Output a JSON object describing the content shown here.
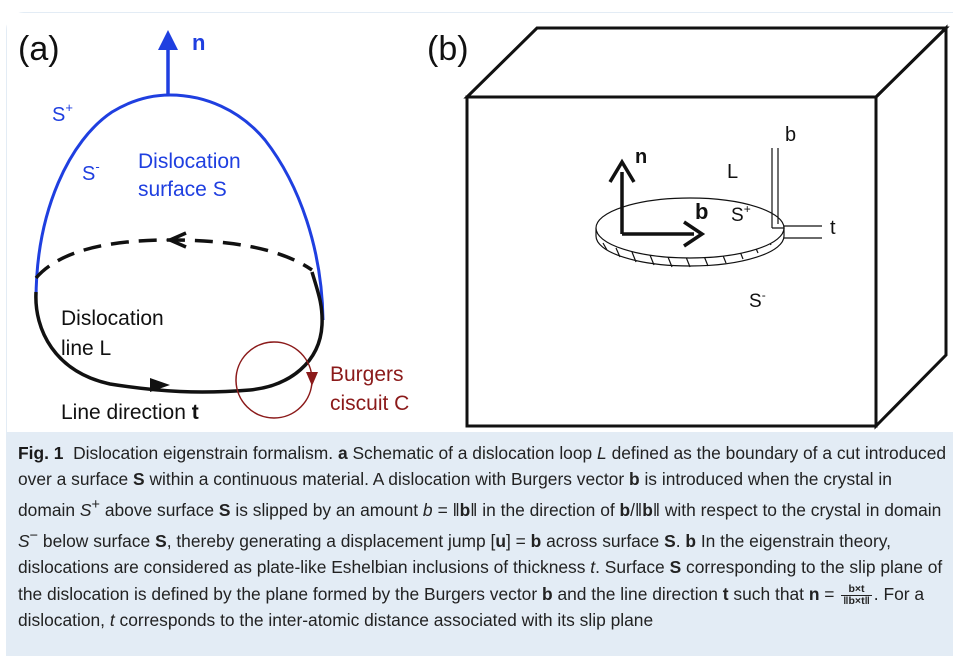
{
  "panel_a": {
    "label": "(a)",
    "normal": "n",
    "s_plus": "S",
    "s_plus_sup": "+",
    "s_minus": "S",
    "s_minus_sup": "-",
    "surface_line1": "Dislocation",
    "surface_line2": "surface S",
    "line_line1": "Dislocation",
    "line_line2": "line L",
    "line_direction_prefix": "Line direction ",
    "line_direction_var": "t",
    "burgers_line1": "Burgers",
    "burgers_line2": "ciscuit C"
  },
  "panel_b": {
    "label": "(b)",
    "normal": "n",
    "burgers": "b",
    "loop": "L",
    "s_plus": "S",
    "s_plus_sup": "+",
    "s_minus": "S",
    "s_minus_sup": "-",
    "b_label": "b",
    "t_label": "t"
  },
  "colors": {
    "blue": "#1f3fe0",
    "burgers": "#8b1a1a",
    "caption_bg": "#e3ecf5"
  },
  "caption": {
    "fig_label": "Fig. 1",
    "title": "Dislocation eigenstrain formalism.",
    "a": "a",
    "t1": "Schematic of a dislocation loop",
    "L": "L",
    "t2": "defined as the boundary of a cut introduced over a surface",
    "S": "S",
    "t3": "within a continuous material. A dislocation with Burgers vector",
    "b": "b",
    "t4": "is introduced when the crystal in domain",
    "Splus": "S",
    "plus": "+",
    "t5": "above surface",
    "t6": "is slipped by an amount",
    "eq1": "b = ‖",
    "eq1b": "‖ in the direction of",
    "eq2": "/‖",
    "eq2b": "‖",
    "t7": "with respect to the crystal in domain",
    "minus": "−",
    "t8": "below surface",
    "t9": ", thereby generating a displacement jump [",
    "u": "u",
    "t10": "] =",
    "t11": "across surface",
    "t12": ".",
    "bpart": "b",
    "t13": "In the eigenstrain theory, dislocations are considered as plate-like Eshelbian inclusions of thickness",
    "t": "t",
    "t14": ". Surface",
    "t15": "corresponding to the slip plane of the dislocation is defined by the plane formed by the Burgers vector",
    "t16": "and the line direction",
    "t17": "such that",
    "n": "n",
    "frac_num": "b×t",
    "frac_den": "‖b×t‖",
    "t18": ". For a dislocation,",
    "t19": "corresponds to the inter-atomic distance associated with its slip plane"
  }
}
